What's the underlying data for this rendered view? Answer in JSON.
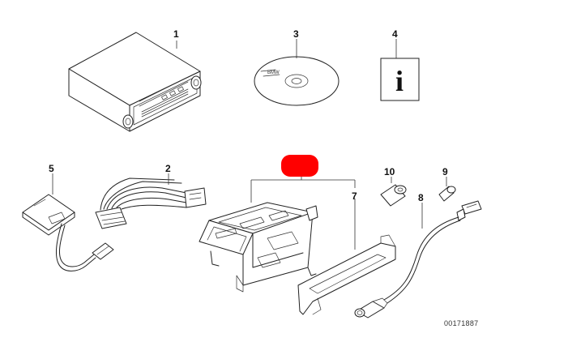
{
  "diagram": {
    "part_numbers": {
      "p1": "1",
      "p2": "2",
      "p3": "3",
      "p4": "4",
      "p5": "5",
      "p7": "7",
      "p8": "8",
      "p9": "9",
      "p10": "10"
    },
    "cd_text": "BMW",
    "info_glyph": "i",
    "document_id": "00171887",
    "highlight_color": "#ff0000"
  }
}
